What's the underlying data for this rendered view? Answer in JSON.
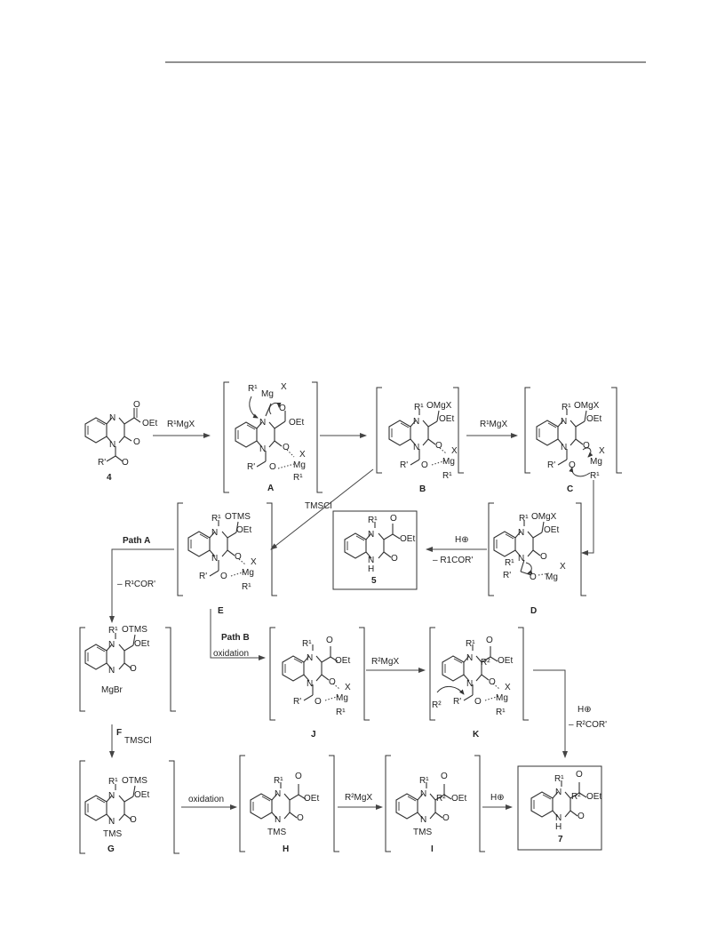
{
  "header_rule": true,
  "compounds": {
    "c4": "4",
    "A": "A",
    "B": "B",
    "C": "C",
    "D": "D",
    "E": "E",
    "c5": "5",
    "F": "F",
    "G": "G",
    "H": "H",
    "I": "I",
    "J": "J",
    "K": "K",
    "c7": "7"
  },
  "reagents": {
    "r1mgx_1": "R¹MgX",
    "r1mgx_2": "R¹MgX",
    "tmscl_1": "TMSCl",
    "h_plus_1": "H⊕",
    "minus_r1cor_1": "– R1COR'",
    "minus_r1cor_2": "– R¹COR'",
    "oxidation_1": "oxidation",
    "r2mgx_1": "R²MgX",
    "minus_r2cor": "– R²COR'",
    "h_plus_2": "H⊕",
    "tmscl_2": "TMSCl",
    "oxidation_2": "oxidation",
    "r2mgx_2": "R²MgX",
    "h_plus_3": "H⊕"
  },
  "paths": {
    "path_a": "Path A",
    "path_b": "Path B"
  },
  "atoms": {
    "N": "N",
    "O": "O",
    "OEt": "OEt",
    "OMgX": "OMgX",
    "OTMS": "OTMS",
    "Mg": "Mg",
    "X": "X",
    "R1": "R¹",
    "R2": "R²",
    "Rp": "R'",
    "TMS": "TMS",
    "MgBr": "MgBr",
    "H": "H",
    "NH": "H"
  }
}
